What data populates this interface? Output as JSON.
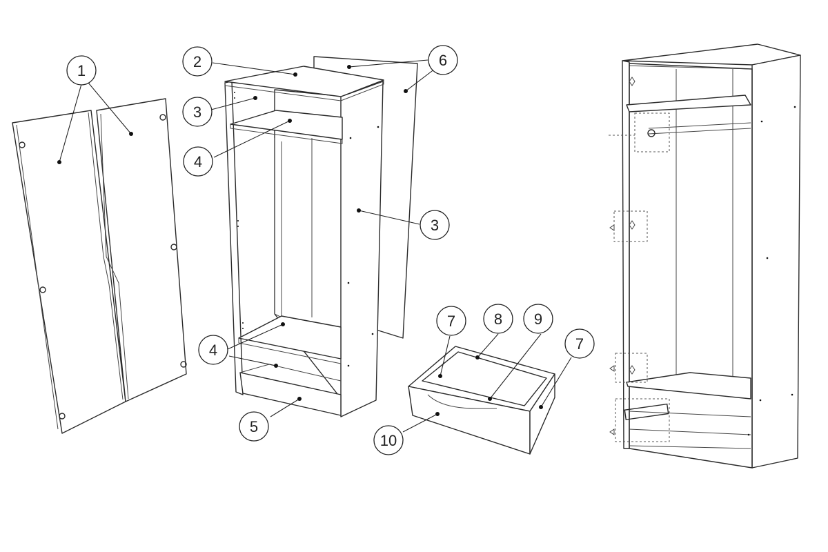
{
  "diagram": {
    "callouts": [
      {
        "id": "c1",
        "label": "1"
      },
      {
        "id": "c2",
        "label": "2"
      },
      {
        "id": "c3a",
        "label": "3"
      },
      {
        "id": "c3b",
        "label": "3"
      },
      {
        "id": "c4a",
        "label": "4"
      },
      {
        "id": "c4b",
        "label": "4"
      },
      {
        "id": "c5",
        "label": "5"
      },
      {
        "id": "c6",
        "label": "6"
      },
      {
        "id": "c7a",
        "label": "7"
      },
      {
        "id": "c7b",
        "label": "7"
      },
      {
        "id": "c8",
        "label": "8"
      },
      {
        "id": "c9",
        "label": "9"
      },
      {
        "id": "c10",
        "label": "10"
      }
    ]
  }
}
